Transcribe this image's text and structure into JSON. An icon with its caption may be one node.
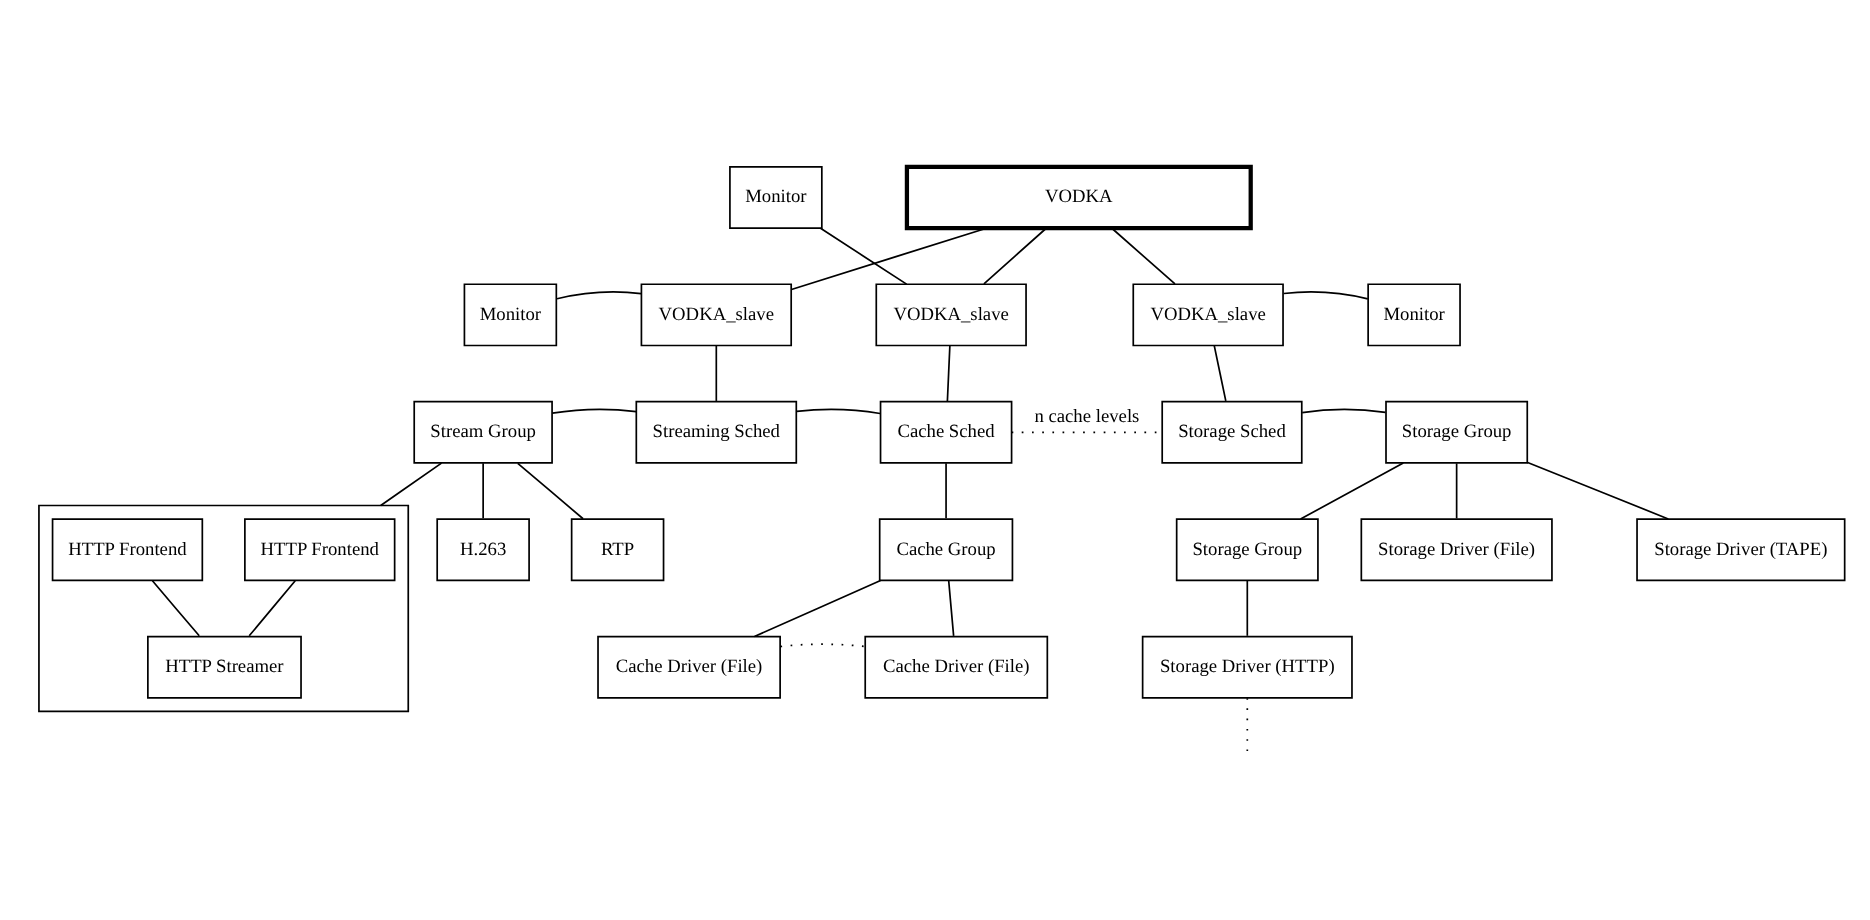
{
  "diagram": {
    "nodes": [
      {
        "text": [
          "VODKA"
        ]
      },
      {
        "text": [
          "Monitor"
        ]
      },
      {
        "text": [
          "Monitor"
        ]
      },
      {
        "text": [
          "VODKA_slave"
        ]
      },
      {
        "text": [
          "VODKA_slave"
        ]
      },
      {
        "text": [
          "VODKA_slave"
        ]
      },
      {
        "text": [
          "Monitor"
        ]
      },
      {
        "text": [
          "Stream Group"
        ]
      },
      {
        "text": [
          "Streaming Sched"
        ]
      },
      {
        "text": [
          "Cache Sched"
        ]
      },
      {
        "text": [
          "Storage Sched"
        ]
      },
      {
        "text": [
          "Storage Group"
        ]
      },
      {
        "text": [
          "RTP"
        ]
      },
      {
        "text": [
          "H.263"
        ]
      },
      {
        "text": [],
        "shape": "box"
      },
      {
        "text": [
          "HTTP Frontend"
        ],
        "in": 14
      },
      {
        "text": [
          "HTTP Frontend"
        ],
        "in": 14
      },
      {
        "text": [
          "HTTP Streamer"
        ],
        "in": 14
      },
      {
        "text": [
          "Cache Group"
        ]
      },
      {
        "text": [
          "Storage Driver (File)"
        ]
      },
      {
        "text": [
          "Storage Driver (TAPE)"
        ]
      },
      {
        "text": [
          "Storage Group"
        ]
      },
      {
        "text": [
          "Cache Driver (File)"
        ]
      },
      {
        "text": [
          "Cache Driver (File)"
        ]
      },
      {
        "text": [
          "Storage Driver (HTTP)"
        ]
      }
    ],
    "edges": [
      {
        "from": 0,
        "to": 3,
        "arrow": "none"
      },
      {
        "from": 0,
        "to": 4,
        "arrow": "none"
      },
      {
        "from": 0,
        "to": 5,
        "arrow": "none"
      },
      {
        "from": 2,
        "to": 3,
        "arrow": "none"
      },
      {
        "from": 4,
        "to": 1,
        "arrow": "none"
      },
      {
        "from": 5,
        "to": 6,
        "arrow": "none"
      },
      {
        "from": 3,
        "to": 8,
        "arrow": "none"
      },
      {
        "from": 4,
        "to": 9,
        "arrow": "none"
      },
      {
        "from": 5,
        "to": 10,
        "arrow": "none"
      },
      {
        "from": 7,
        "to": 8,
        "arrow": "none"
      },
      {
        "from": 8,
        "to": 9,
        "arrow": "none"
      },
      {
        "from": 9,
        "to": 10,
        "arrow": "none",
        "style": "dashed",
        "label": "n cache levels"
      },
      {
        "from": 10,
        "to": 11,
        "arrow": "none"
      },
      {
        "from": 7,
        "to": 12,
        "arrow": "none"
      },
      {
        "from": 7,
        "to": 13,
        "arrow": "none"
      },
      {
        "from": 7,
        "to": 14,
        "arrow": "none"
      },
      {
        "from": 15,
        "to": 17,
        "arrow": "none"
      },
      {
        "from": 16,
        "to": 17,
        "arrow": "none"
      },
      {
        "from": 9,
        "to": 18,
        "arrow": "none"
      },
      {
        "from": 18,
        "to": 22,
        "arrow": "none"
      },
      {
        "from": 18,
        "to": 23,
        "arrow": "none"
      },
      {
        "from": 22,
        "to": 23,
        "arrow": "none",
        "style": "dashed"
      },
      {
        "from": 11,
        "to": 19,
        "arrow": "none"
      },
      {
        "from": 11,
        "to": 20,
        "arrow": "none"
      },
      {
        "from": 11,
        "to": 21,
        "arrow": "none"
      },
      {
        "from": 21,
        "to": 24,
        "arrow": "none"
      },
      {
        "from": 24,
        "to": null,
        "arrow": "none",
        "style": "dashed"
      }
    ]
  }
}
